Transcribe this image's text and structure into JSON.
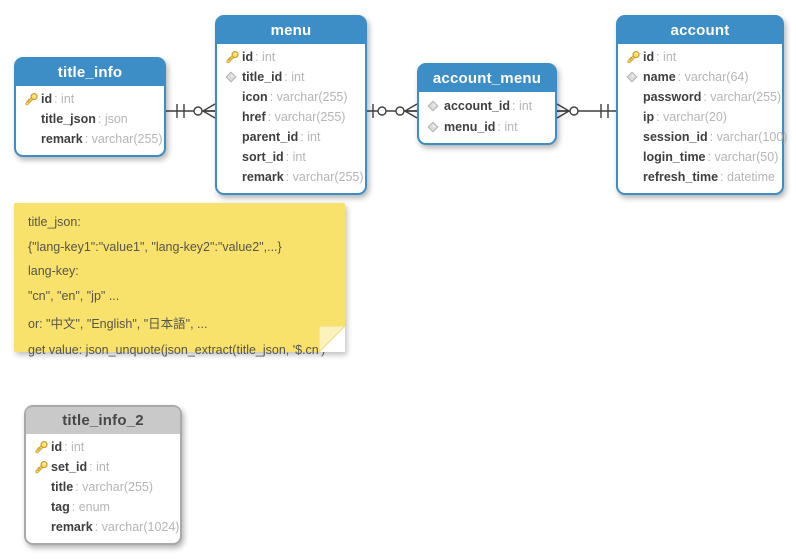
{
  "colors": {
    "header_blue": "#3d8dc6",
    "table_border_blue": "#3d8dc6",
    "header_gray": "#c9c9c9",
    "table_border_gray": "#a9a9a9",
    "field_name": "#3f3f3f",
    "field_type": "#b5b5b5",
    "note_yellow": "#f8e26c",
    "note_fold": "#fcf2bb",
    "note_text": "#56564a",
    "connector": "#3f3f3f",
    "key_icon_gold": "#fbdf63",
    "diamond_icon_gray": "#dcdcdc"
  },
  "tables": [
    {
      "id": "title_info",
      "title": "title_info",
      "style": "blue",
      "fields": [
        {
          "icon": "key",
          "name": "id",
          "type": "int"
        },
        {
          "icon": "none",
          "name": "title_json",
          "type": "json"
        },
        {
          "icon": "none",
          "name": "remark",
          "type": "varchar(255)"
        }
      ]
    },
    {
      "id": "menu",
      "title": "menu",
      "style": "blue",
      "fields": [
        {
          "icon": "key",
          "name": "id",
          "type": "int"
        },
        {
          "icon": "diamond",
          "name": "title_id",
          "type": "int"
        },
        {
          "icon": "none",
          "name": "icon",
          "type": "varchar(255)"
        },
        {
          "icon": "none",
          "name": "href",
          "type": "varchar(255)"
        },
        {
          "icon": "none",
          "name": "parent_id",
          "type": "int"
        },
        {
          "icon": "none",
          "name": "sort_id",
          "type": "int"
        },
        {
          "icon": "none",
          "name": "remark",
          "type": "varchar(255)"
        }
      ]
    },
    {
      "id": "account_menu",
      "title": "account_menu",
      "style": "blue",
      "fields": [
        {
          "icon": "diamond",
          "name": "account_id",
          "type": "int"
        },
        {
          "icon": "diamond",
          "name": "menu_id",
          "type": "int"
        }
      ]
    },
    {
      "id": "account",
      "title": "account",
      "style": "blue",
      "fields": [
        {
          "icon": "key",
          "name": "id",
          "type": "int"
        },
        {
          "icon": "diamond",
          "name": "name",
          "type": "varchar(64)"
        },
        {
          "icon": "none",
          "name": "password",
          "type": "varchar(255)"
        },
        {
          "icon": "none",
          "name": "ip",
          "type": "varchar(20)"
        },
        {
          "icon": "none",
          "name": "session_id",
          "type": "varchar(100)"
        },
        {
          "icon": "none",
          "name": "login_time",
          "type": "varchar(50)"
        },
        {
          "icon": "none",
          "name": "refresh_time",
          "type": "datetime"
        }
      ]
    },
    {
      "id": "title_info_2",
      "title": "title_info_2",
      "style": "gray",
      "fields": [
        {
          "icon": "key",
          "name": "id",
          "type": "int"
        },
        {
          "icon": "key",
          "name": "set_id",
          "type": "int"
        },
        {
          "icon": "none",
          "name": "title",
          "type": "varchar(255)"
        },
        {
          "icon": "none",
          "name": "tag",
          "type": "enum"
        },
        {
          "icon": "none",
          "name": "remark",
          "type": "varchar(1024)"
        }
      ]
    }
  ],
  "note": {
    "lines": [
      "title_json:",
      "{\"lang-key1\":\"value1\", \"lang-key2\":\"value2\",...}",
      "lang-key:",
      "\"cn\", \"en\", \"jp\" ...",
      "or: \"中文\", \"English\", \"日本語\", ...",
      "get value: json_unquote(json_extract(title_json, '$.cn')"
    ]
  },
  "connectors": [
    {
      "from": "title_info",
      "to": "menu",
      "from_cardinality": "one-and-only-one",
      "to_cardinality": "zero-or-many"
    },
    {
      "from": "menu",
      "to": "account_menu",
      "from_cardinality": "zero-or-one",
      "to_cardinality": "zero-or-many"
    },
    {
      "from": "account_menu",
      "to": "account",
      "from_cardinality": "zero-or-many",
      "to_cardinality": "one-and-only-one"
    }
  ]
}
